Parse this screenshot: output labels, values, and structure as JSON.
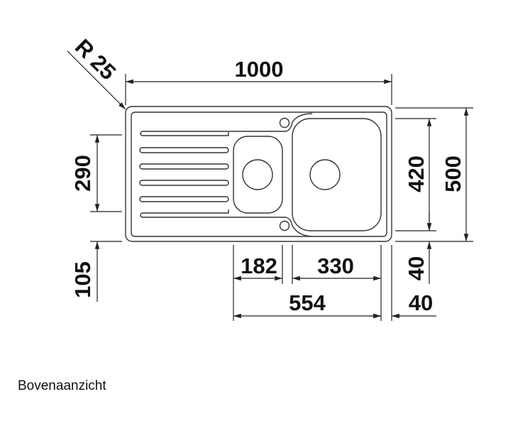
{
  "drawing": {
    "radius_label": "R 25",
    "overall_width": "1000",
    "drainer_groove_height": "290",
    "bottom_offset": "105",
    "bowl_depth": "420",
    "overall_depth": "500",
    "front_margin": "40",
    "small_bowl_width": "182",
    "large_bowl_width": "330",
    "bowls_total_width": "554",
    "side_margin": "40"
  },
  "caption": "Bovenaanzicht"
}
